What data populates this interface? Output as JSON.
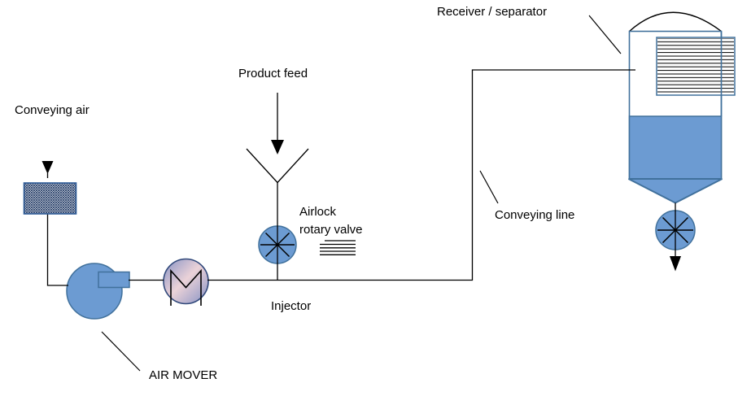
{
  "labels": {
    "conveying_air": "Conveying air",
    "product_feed": "Product feed",
    "airlock_rotary_valve": "Airlock\nrotary valve",
    "injector": "Injector",
    "conveying_line": "Conveying line",
    "receiver_separator": "Receiver / separator",
    "air_mover": "AIR MOVER"
  },
  "colors": {
    "background": "#FFFFFF",
    "text_color": "#000000",
    "pipe_color": "#000000",
    "equipment_fill": "#6C9BD2",
    "equipment_border": "#41719C",
    "vessel_border": "#41719C",
    "hatch_color": "#1F3864",
    "hatch_border": "#2E5B97",
    "hx_edge": "#8591C4",
    "hx_center": "#EBD2D8",
    "hx_border": "#31497B"
  }
}
